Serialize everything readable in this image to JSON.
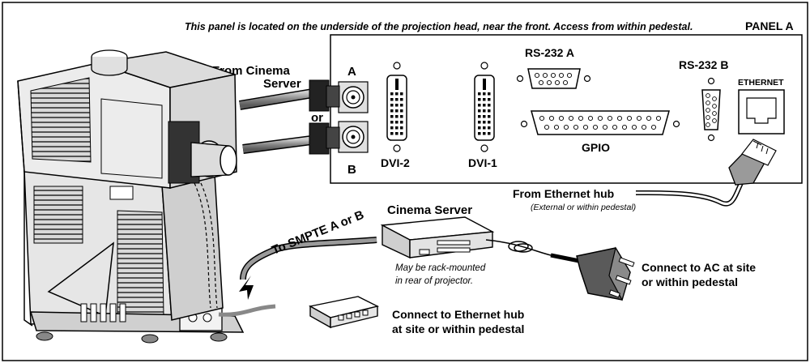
{
  "panel": {
    "caption": "This panel is located on the underside of the projection head, near the front. Access from within pedestal.",
    "title": "PANEL A",
    "ports": {
      "dvi2": "DVI-2",
      "dvi1": "DVI-1",
      "rs232a": "RS-232 A",
      "rs232b": "RS-232 B",
      "ethernet": "ETHERNET",
      "gpio": "GPIO",
      "bnc_a": "A",
      "bnc_b": "B"
    }
  },
  "labels": {
    "from_cinema_server_1": "From Cinema",
    "from_cinema_server_2": "Server",
    "or": "or",
    "from_ethernet_hub": "From Ethernet hub",
    "ethernet_hub_note": "(External or within pedestal)",
    "cinema_server": "Cinema Server",
    "rack_note_1": "May be rack-mounted",
    "rack_note_2": "in rear of projector.",
    "to_smpte": "To SMPTE A or B",
    "connect_ac_1": "Connect to AC at site",
    "connect_ac_2": "or within pedestal",
    "connect_hub_1": "Connect to Ethernet hub",
    "connect_hub_2": "at site or within pedestal"
  }
}
